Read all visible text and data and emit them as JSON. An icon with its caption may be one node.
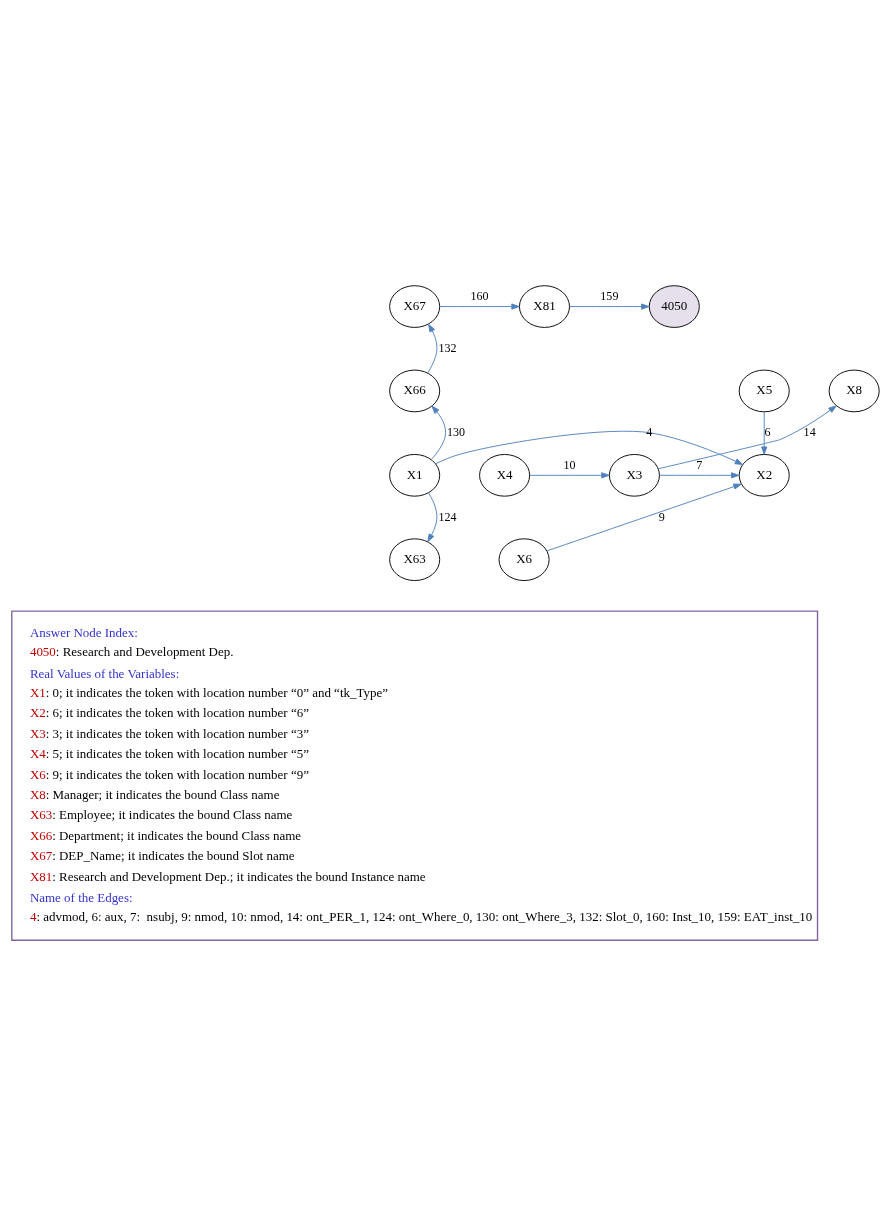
{
  "diagram": {
    "nodes": [
      {
        "text": [
          "X67"
        ]
      },
      {
        "text": [
          "X81"
        ]
      },
      {
        "text": [
          "4050"
        ]
      },
      {
        "text": [
          "X66"
        ]
      },
      {
        "text": [
          "X5"
        ]
      },
      {
        "text": [
          "X8"
        ]
      },
      {
        "text": [
          "X1"
        ]
      },
      {
        "text": [
          "X2"
        ]
      },
      {
        "text": [
          "X3"
        ]
      },
      {
        "text": [
          "X4"
        ]
      },
      {
        "text": [
          "X63"
        ]
      },
      {
        "text": [
          "X6"
        ]
      },
      {
        "text": [
          "Answer Node Index:",
          "4050: Research and Development Dep.",
          "Real Values of the Variables:",
          "X1: 0; it indicates the token with location number “0” and “tk_Type”",
          "X2: 6; it indicates the token with location number “6”",
          "X3: 3; it indicates the token with location number “3”",
          "X4: 5; it indicates the token with location number “5”",
          "X6: 9; it indicates the token with location number “9”",
          "X8: Manager; it indicates the bound Class name",
          "X63: Employee; it indicates the bound Class name",
          "X66: Department; it indicates the bound Class name",
          "X67: DEP_Name; it indicates the bound Slot name",
          "X81: Research and Development Dep.; it indicates the bound Instance name",
          "Name of the Edges:",
          "4: advmod, 6: aux, 7:  nsubj, 9: nmod, 10: nmod, 14: ont_PER_1, 124: ont_Where_0, 130: ont_Where_3, 132: Slot_0, 160: Inst_10, 159: EAT_inst_10"
        ]
      }
    ],
    "edges": [
      {
        "from": 0,
        "to": 1,
        "arrow": "to",
        "label": "160"
      },
      {
        "from": 1,
        "to": 2,
        "arrow": "to",
        "label": "159"
      },
      {
        "from": 3,
        "to": 0,
        "arrow": "to",
        "label": "132"
      },
      {
        "from": 6,
        "to": 3,
        "arrow": "to",
        "label": "130"
      },
      {
        "from": 4,
        "to": 7,
        "arrow": "to",
        "label": "6"
      },
      {
        "from": 8,
        "to": 5,
        "arrow": "to",
        "label": "14"
      },
      {
        "from": 6,
        "to": 7,
        "arrow": "to",
        "label": "4"
      },
      {
        "from": 8,
        "to": 7,
        "arrow": "to",
        "label": "7"
      },
      {
        "from": 9,
        "to": 8,
        "arrow": "to",
        "label": "10"
      },
      {
        "from": 6,
        "to": 10,
        "arrow": "to",
        "label": "124"
      },
      {
        "from": 11,
        "to": 7,
        "arrow": "to",
        "label": "9"
      }
    ]
  }
}
